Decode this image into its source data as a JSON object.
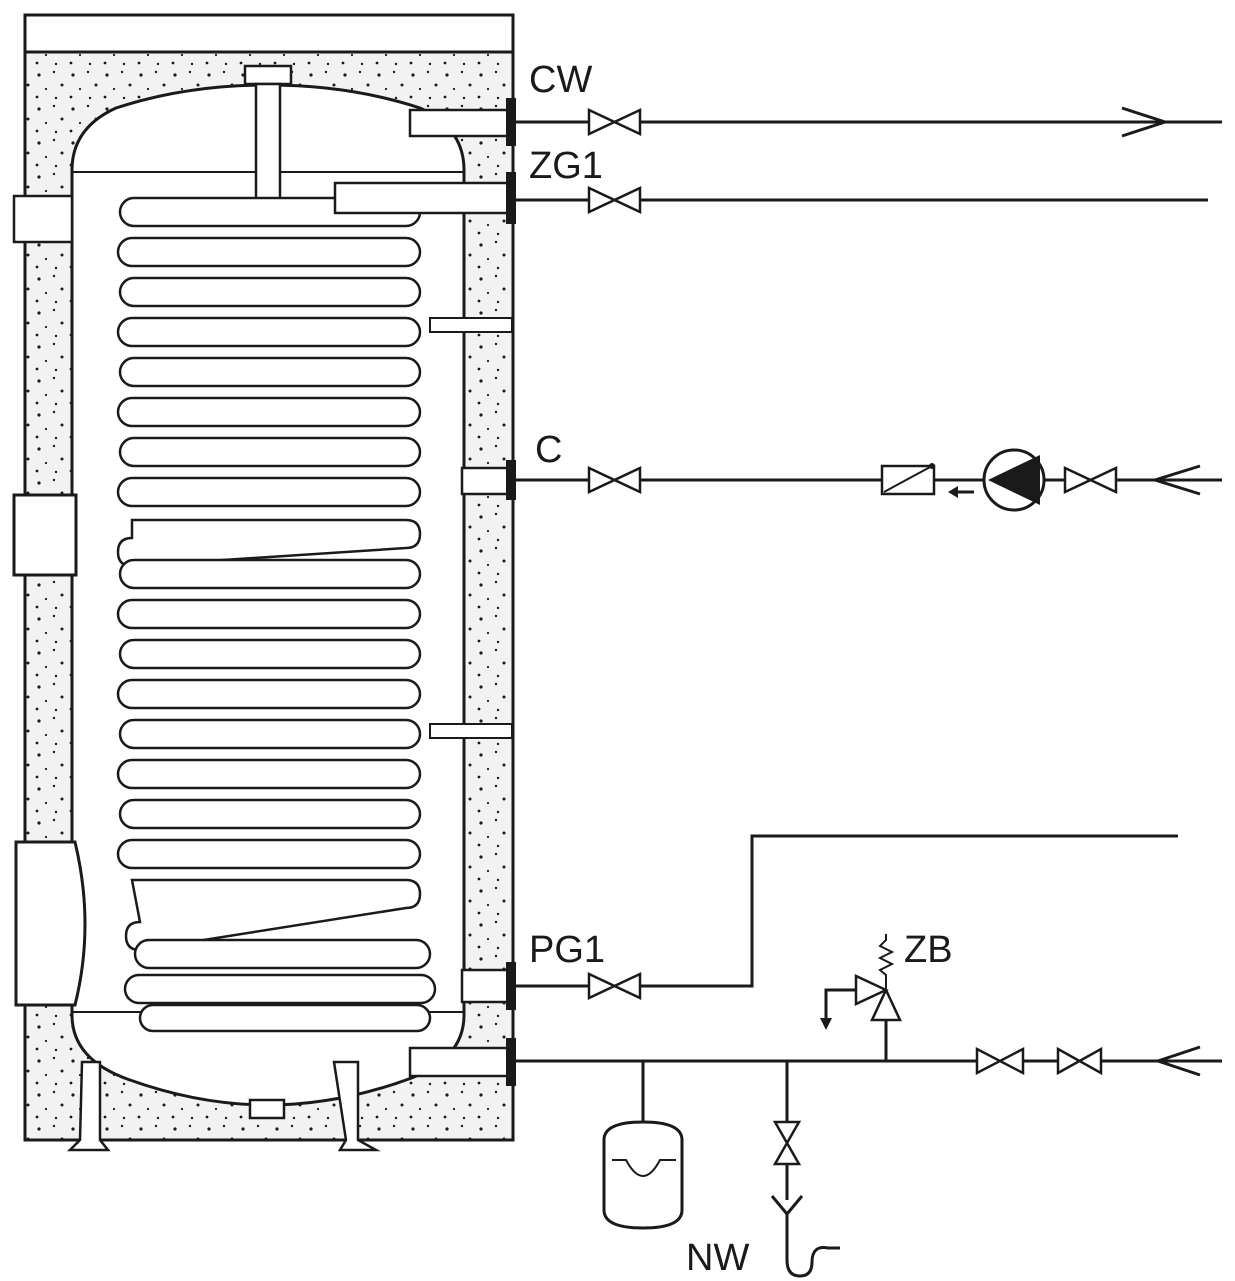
{
  "labels": {
    "cw": "CW",
    "zg1": "ZG1",
    "c": "C",
    "pg1": "PG1",
    "zb": "ZB",
    "nw": "NW"
  },
  "colors": {
    "line": "#1a1a1a",
    "background": "#ffffff",
    "insulation": "#f2f2f2"
  },
  "icons": [
    "shutoff-valve-icon",
    "circulation-pump-icon",
    "check-valve-icon",
    "safety-valve-icon",
    "expansion-vessel-icon",
    "drain-funnel-icon",
    "flow-arrow-icon"
  ]
}
